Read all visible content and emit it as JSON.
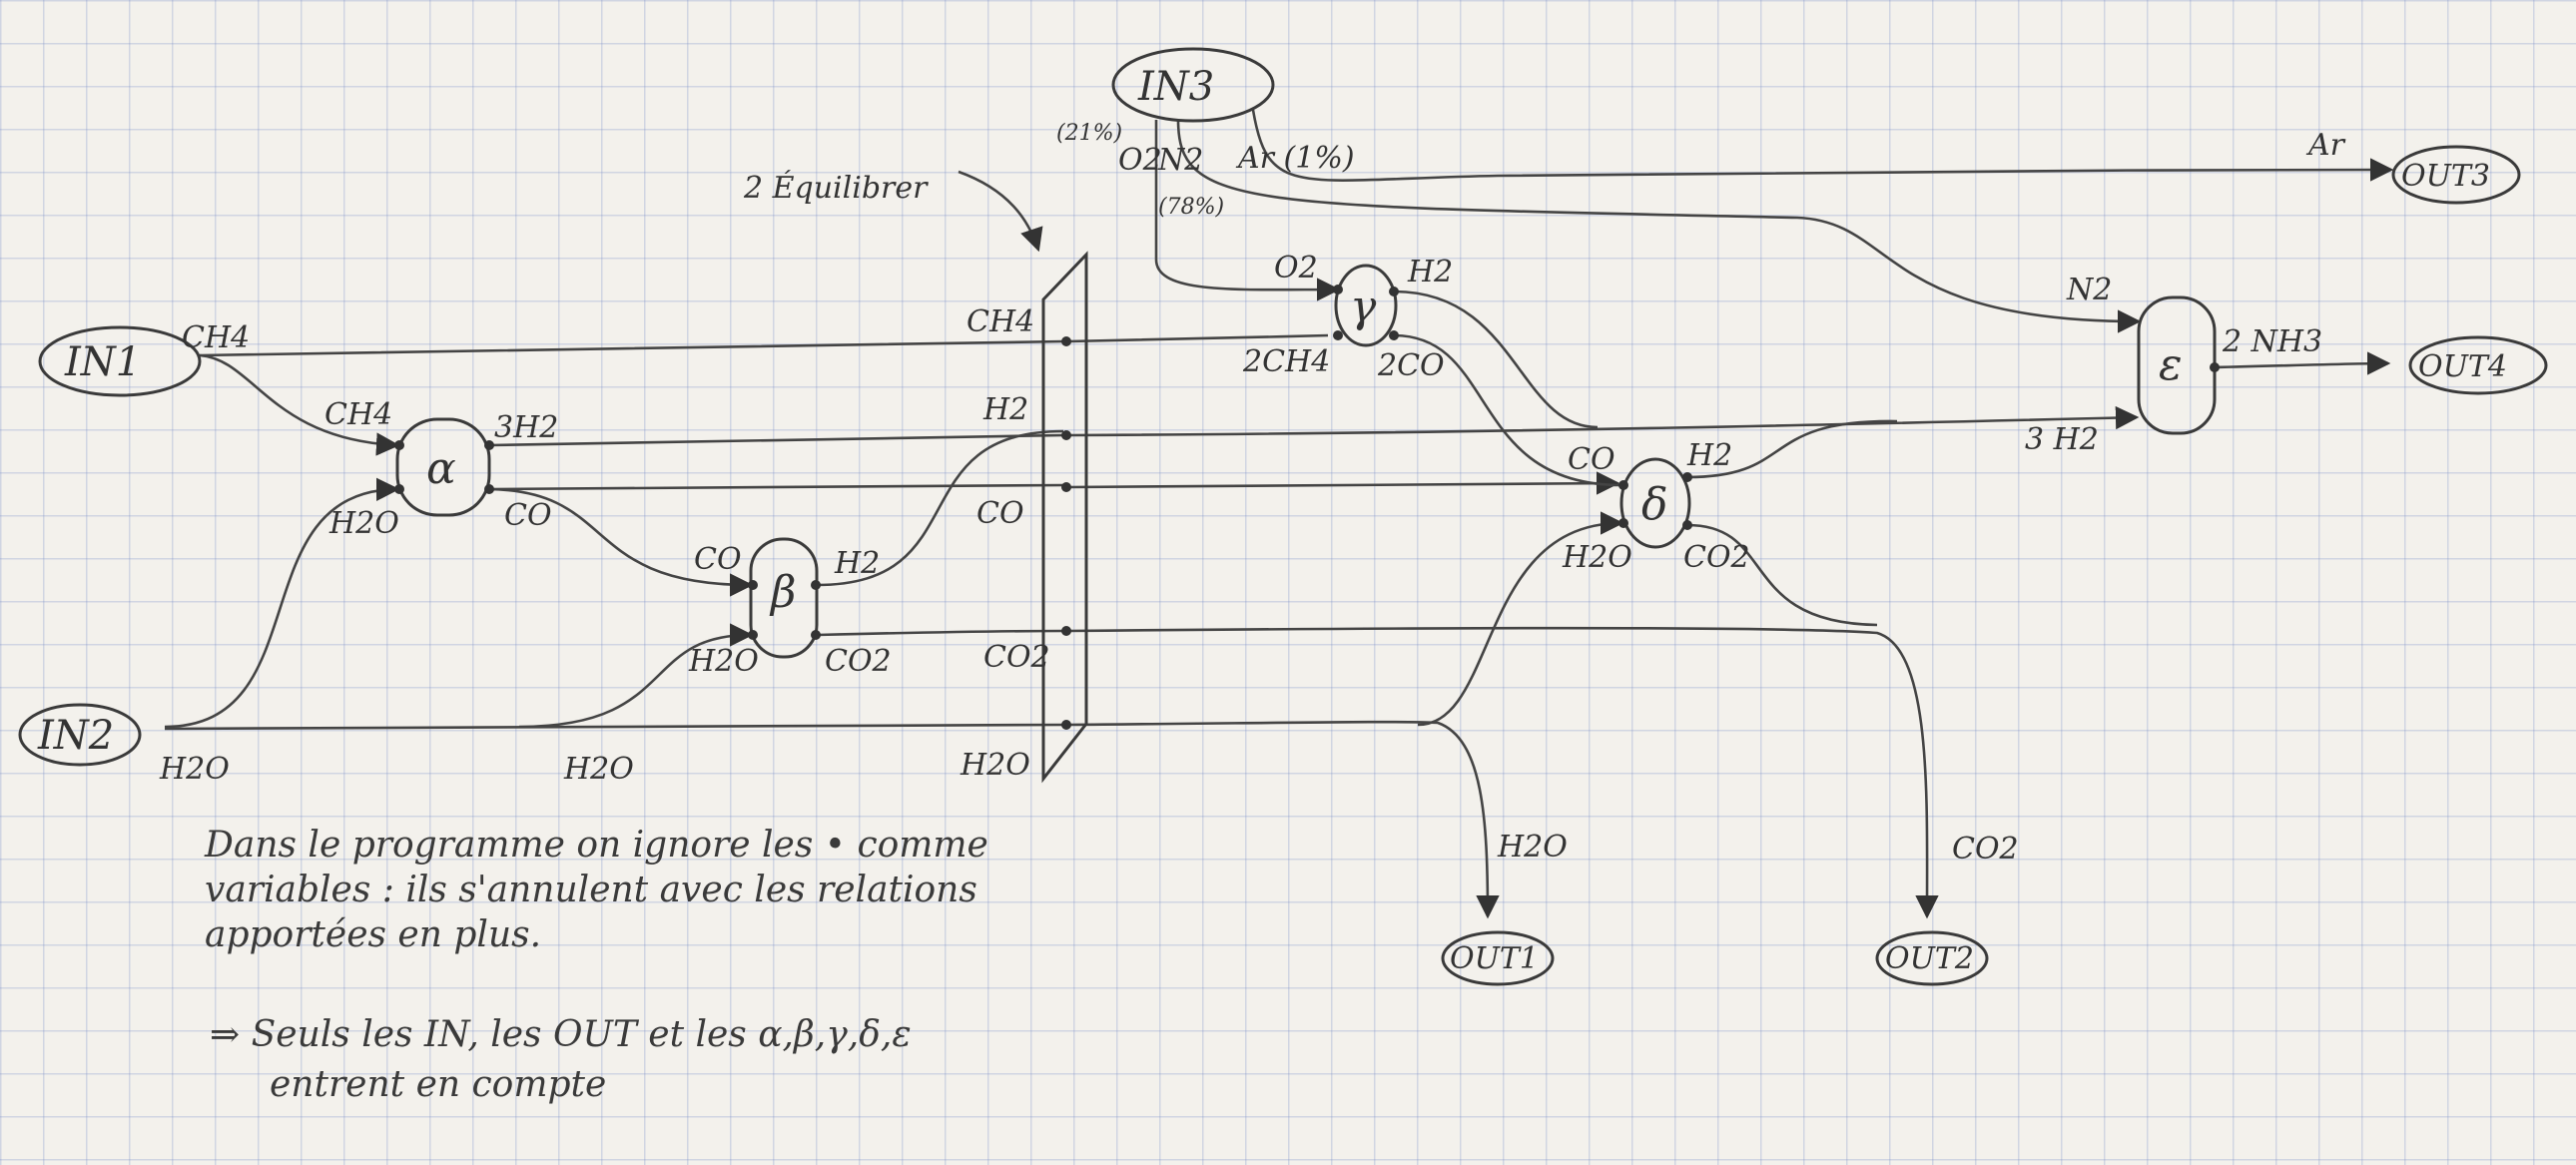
{
  "nodes": {
    "in1": "IN1",
    "in2": "IN2",
    "in3": "IN3",
    "out1": "OUT1",
    "out2": "OUT2",
    "out3": "OUT3",
    "out4": "OUT4",
    "alpha": "α",
    "beta": "β",
    "gamma": "γ",
    "delta": "δ",
    "epsilon": "ε"
  },
  "labels": {
    "equilibrer": "2 Équilibrer",
    "in1_ch4": "CH4",
    "alpha_ch4": "CH4",
    "alpha_h2o": "H2O",
    "alpha_3h2": "3H2",
    "alpha_co": "CO",
    "beta_co": "CO",
    "beta_h2o": "H2O",
    "beta_h2": "H2",
    "beta_co2": "CO2",
    "in2_h2o": "H2O",
    "mid_h2o": "H2O",
    "in3_o2": "O2",
    "in3_o2_pct": "(21%)",
    "in3_n2": "N2",
    "in3_n2_pct": "(78%)",
    "in3_ar": "Ar (1%)",
    "out3_ar": "Ar",
    "gamma_o2": "O2",
    "gamma_2ch4": "2CH4",
    "gamma_h2": "H2",
    "gamma_2co": "2CO",
    "delta_co": "CO",
    "delta_h2o": "H2O",
    "delta_h2": "H2",
    "delta_co2": "CO2",
    "eps_n2": "N2",
    "eps_3h2": "3 H2",
    "eps_2nh3": "2 NH3",
    "out1_h2o": "H2O",
    "out2_co2": "CO2",
    "bar_ch4": "CH4",
    "bar_h2": "H2",
    "bar_co": "CO",
    "bar_co2": "CO2",
    "bar_h2o": "H2O"
  },
  "note": {
    "line1": "Dans le programme on ignore les • comme",
    "line2": "variables : ils s'annulent avec les relations",
    "line3": "apportées en plus.",
    "line4": "⇒ Seuls les IN, les OUT et les α,β,γ,δ,ε",
    "line5": "entrent en compte"
  }
}
